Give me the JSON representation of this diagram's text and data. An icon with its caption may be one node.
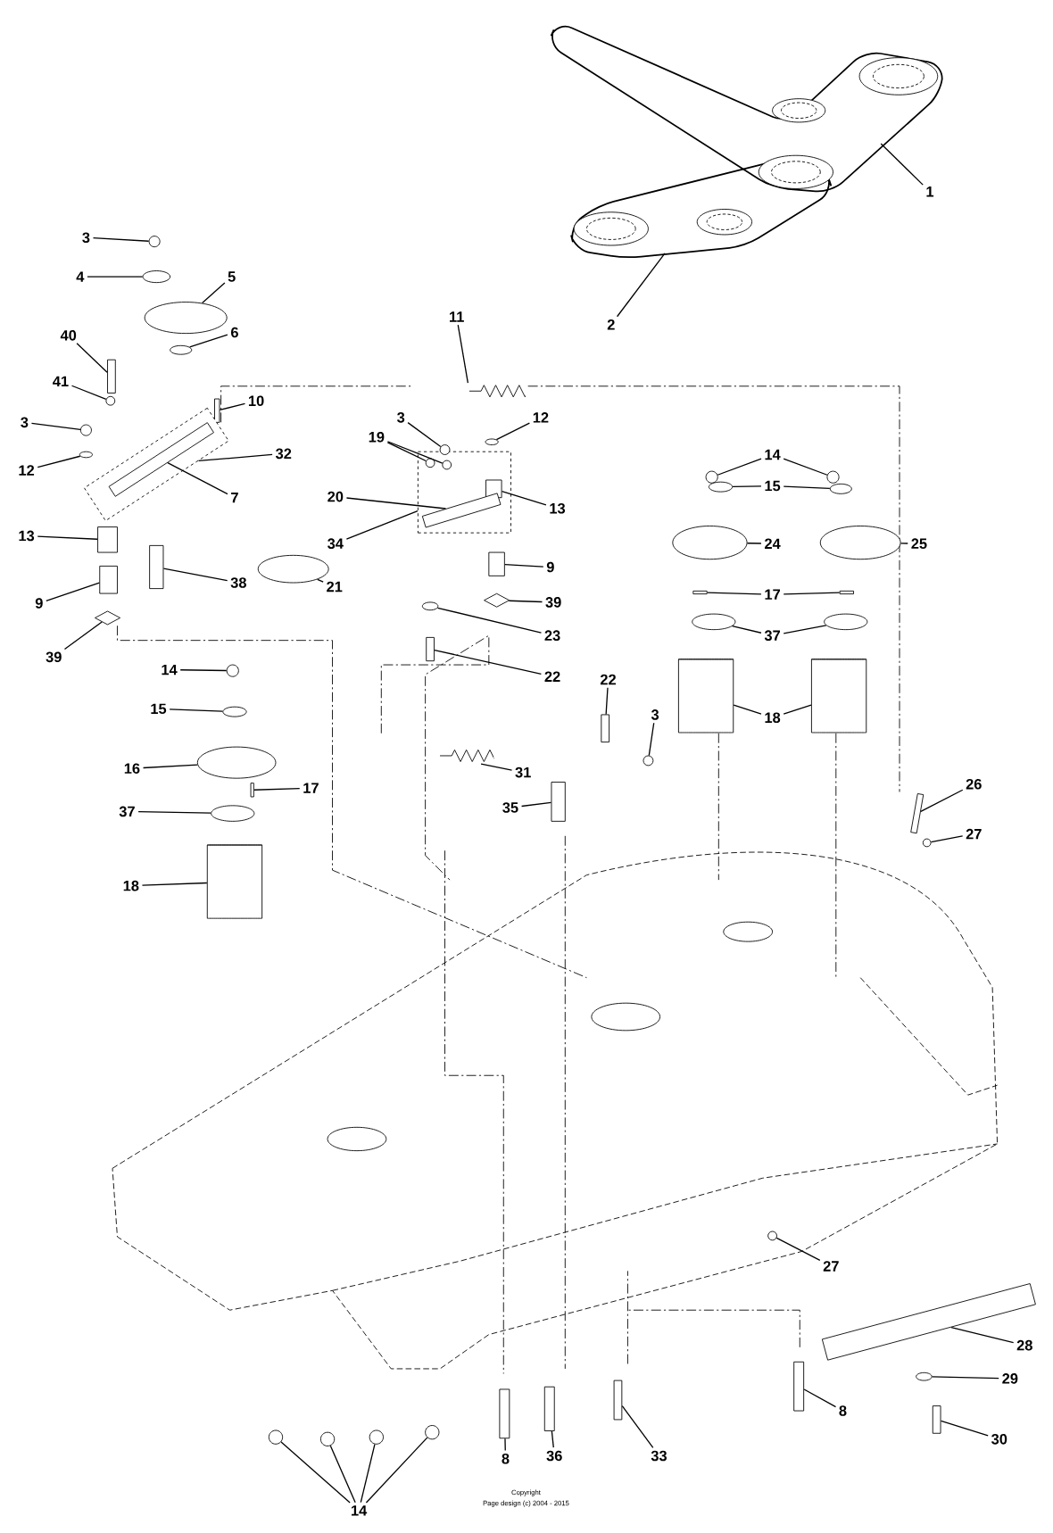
{
  "diagram": {
    "nodes": [
      {
        "text": [
          "1"
        ]
      },
      {
        "text": [
          "2"
        ]
      },
      {
        "text": [
          "3"
        ]
      },
      {
        "text": [
          "4"
        ]
      },
      {
        "text": [
          "5"
        ]
      },
      {
        "text": [
          "40"
        ]
      },
      {
        "text": [
          "6"
        ]
      },
      {
        "text": [
          "10"
        ]
      },
      {
        "text": [
          "41"
        ]
      },
      {
        "text": [
          "3"
        ]
      },
      {
        "text": [
          "32"
        ]
      },
      {
        "text": [
          "12"
        ]
      },
      {
        "text": [
          "7"
        ]
      },
      {
        "text": [
          "13"
        ]
      },
      {
        "text": [
          "38"
        ]
      },
      {
        "text": [
          "9"
        ]
      },
      {
        "text": [
          "39"
        ]
      },
      {
        "text": [
          "11"
        ]
      },
      {
        "text": [
          "19"
        ]
      },
      {
        "text": [
          "3"
        ]
      },
      {
        "text": [
          "12"
        ]
      },
      {
        "text": [
          "13"
        ]
      },
      {
        "text": [
          "20"
        ]
      },
      {
        "text": [
          "34"
        ]
      },
      {
        "text": [
          "21"
        ]
      },
      {
        "text": [
          "9"
        ]
      },
      {
        "text": [
          "39"
        ]
      },
      {
        "text": [
          "23"
        ]
      },
      {
        "text": [
          "22"
        ]
      },
      {
        "text": [
          "14"
        ]
      },
      {
        "text": [
          "15"
        ]
      },
      {
        "text": [
          "24"
        ]
      },
      {
        "text": [
          "25"
        ]
      },
      {
        "text": [
          "17"
        ]
      },
      {
        "text": [
          "37"
        ]
      },
      {
        "text": [
          "18"
        ]
      },
      {
        "text": [
          "14"
        ]
      },
      {
        "text": [
          "15"
        ]
      },
      {
        "text": [
          "16"
        ]
      },
      {
        "text": [
          "17"
        ]
      },
      {
        "text": [
          "37"
        ]
      },
      {
        "text": [
          "18"
        ]
      },
      {
        "text": [
          "22"
        ]
      },
      {
        "text": [
          "3"
        ]
      },
      {
        "text": [
          "31"
        ]
      },
      {
        "text": [
          "35"
        ]
      },
      {
        "text": [
          "26"
        ]
      },
      {
        "text": [
          "27"
        ]
      },
      {
        "text": [
          "27"
        ]
      },
      {
        "text": [
          "28"
        ]
      },
      {
        "text": [
          "29"
        ]
      },
      {
        "text": [
          "30"
        ]
      },
      {
        "text": [
          "8"
        ]
      },
      {
        "text": [
          "8"
        ]
      },
      {
        "text": [
          "36"
        ]
      },
      {
        "text": [
          "33"
        ]
      },
      {
        "text": [
          "14"
        ]
      },
      {
        "text": [],
        "shape": "circle"
      },
      {
        "text": [],
        "shape": "circle"
      },
      {
        "text": [],
        "shape": "circle"
      },
      {
        "text": [],
        "shape": "box"
      },
      {
        "text": [],
        "shape": "circle"
      },
      {
        "text": [],
        "shape": "box"
      },
      {
        "text": [],
        "shape": "circle"
      },
      {
        "text": [],
        "shape": "circle"
      },
      {
        "text": [],
        "shape": "box"
      },
      {
        "text": [],
        "shape": "circle"
      },
      {
        "text": [],
        "shape": "bar",
        "in": 65
      },
      {
        "text": [],
        "shape": "box"
      },
      {
        "text": [],
        "shape": "box"
      },
      {
        "text": [],
        "shape": "box"
      },
      {
        "text": [],
        "shape": "diamond"
      },
      {
        "text": [],
        "shape": "picture"
      },
      {
        "text": [],
        "shape": "box"
      },
      {
        "text": [],
        "shape": "circle",
        "in": 73
      },
      {
        "text": [],
        "shape": "circle",
        "in": 73
      },
      {
        "text": [],
        "shape": "circle"
      },
      {
        "text": [],
        "shape": "circle"
      },
      {
        "text": [],
        "shape": "box",
        "in": 73
      },
      {
        "text": [],
        "shape": "bar",
        "in": 73
      },
      {
        "text": [],
        "shape": "circle"
      },
      {
        "text": [],
        "shape": "box"
      },
      {
        "text": [],
        "shape": "diamond"
      },
      {
        "text": [],
        "shape": "circle"
      },
      {
        "text": [],
        "shape": "box"
      },
      {
        "text": [],
        "shape": "circle"
      },
      {
        "text": [],
        "shape": "circle"
      },
      {
        "text": [],
        "shape": "circle"
      },
      {
        "text": [],
        "shape": "circle"
      },
      {
        "text": [],
        "shape": "circle"
      },
      {
        "text": [],
        "shape": "circle"
      },
      {
        "text": [],
        "shape": "box"
      },
      {
        "text": [],
        "shape": "box"
      },
      {
        "text": [],
        "shape": "circle"
      },
      {
        "text": [],
        "shape": "circle"
      },
      {
        "text": [],
        "shape": "cylinder"
      },
      {
        "text": [],
        "shape": "cylinder"
      },
      {
        "text": [],
        "shape": "circle"
      },
      {
        "text": [],
        "shape": "circle"
      },
      {
        "text": [],
        "shape": "circle"
      },
      {
        "text": [],
        "shape": "box"
      },
      {
        "text": [],
        "shape": "circle"
      },
      {
        "text": [],
        "shape": "cylinder"
      },
      {
        "text": [],
        "shape": "box"
      },
      {
        "text": [],
        "shape": "circle"
      },
      {
        "text": [],
        "shape": "picture"
      },
      {
        "text": [],
        "shape": "box"
      },
      {
        "text": [],
        "shape": "box"
      },
      {
        "text": [],
        "shape": "circle"
      },
      {
        "text": [],
        "shape": "circle"
      },
      {
        "text": [],
        "shape": "bar"
      },
      {
        "text": [],
        "shape": "circle"
      },
      {
        "text": [],
        "shape": "box"
      },
      {
        "text": [],
        "shape": "box"
      },
      {
        "text": [],
        "shape": "box"
      },
      {
        "text": [],
        "shape": "box"
      },
      {
        "text": [],
        "shape": "box"
      },
      {
        "text": [],
        "shape": "circle"
      },
      {
        "text": [],
        "shape": "circle"
      },
      {
        "text": [],
        "shape": "circle"
      },
      {
        "text": [],
        "shape": "circle"
      }
    ],
    "edges": [
      {
        "from": 0,
        "to": null,
        "arrow": "none"
      },
      {
        "from": 1,
        "to": null,
        "arrow": "none"
      },
      {
        "from": 2,
        "to": 57,
        "arrow": "none"
      },
      {
        "from": 3,
        "to": 58,
        "arrow": "none"
      },
      {
        "from": 4,
        "to": 59,
        "arrow": "none"
      },
      {
        "from": 5,
        "to": 60,
        "arrow": "none"
      },
      {
        "from": 6,
        "to": 61,
        "arrow": "none"
      },
      {
        "from": 7,
        "to": 62,
        "arrow": "none"
      },
      {
        "from": 8,
        "to": 63,
        "arrow": "none"
      },
      {
        "from": 9,
        "to": 64,
        "arrow": "none"
      },
      {
        "from": 10,
        "to": 65,
        "arrow": "none"
      },
      {
        "from": 11,
        "to": 66,
        "arrow": "none"
      },
      {
        "from": 12,
        "to": 67,
        "arrow": "none"
      },
      {
        "from": 13,
        "to": 68,
        "arrow": "none"
      },
      {
        "from": 14,
        "to": 69,
        "arrow": "none"
      },
      {
        "from": 15,
        "to": 70,
        "arrow": "none"
      },
      {
        "from": 16,
        "to": 71,
        "arrow": "none"
      },
      {
        "from": 17,
        "to": 72,
        "arrow": "none"
      },
      {
        "from": 18,
        "to": 74,
        "arrow": "none"
      },
      {
        "from": 18,
        "to": 75,
        "arrow": "none"
      },
      {
        "from": 19,
        "to": 76,
        "arrow": "none"
      },
      {
        "from": 20,
        "to": 77,
        "arrow": "none"
      },
      {
        "from": 21,
        "to": 78,
        "arrow": "none"
      },
      {
        "from": 22,
        "to": 79,
        "arrow": "none"
      },
      {
        "from": 23,
        "to": 73,
        "arrow": "none"
      },
      {
        "from": 24,
        "to": 80,
        "arrow": "none"
      },
      {
        "from": 25,
        "to": 81,
        "arrow": "none"
      },
      {
        "from": 26,
        "to": 82,
        "arrow": "none"
      },
      {
        "from": 27,
        "to": 83,
        "arrow": "none"
      },
      {
        "from": 28,
        "to": 84,
        "arrow": "none"
      },
      {
        "from": 29,
        "to": 85,
        "arrow": "none"
      },
      {
        "from": 29,
        "to": 86,
        "arrow": "none"
      },
      {
        "from": 30,
        "to": 87,
        "arrow": "none"
      },
      {
        "from": 30,
        "to": 88,
        "arrow": "none"
      },
      {
        "from": 31,
        "to": 89,
        "arrow": "none"
      },
      {
        "from": 32,
        "to": 90,
        "arrow": "none"
      },
      {
        "from": 33,
        "to": 91,
        "arrow": "none"
      },
      {
        "from": 33,
        "to": 92,
        "arrow": "none"
      },
      {
        "from": 34,
        "to": 93,
        "arrow": "none"
      },
      {
        "from": 34,
        "to": 94,
        "arrow": "none"
      },
      {
        "from": 35,
        "to": 95,
        "arrow": "none"
      },
      {
        "from": 35,
        "to": 96,
        "arrow": "none"
      },
      {
        "from": 36,
        "to": 97,
        "arrow": "none"
      },
      {
        "from": 37,
        "to": 98,
        "arrow": "none"
      },
      {
        "from": 38,
        "to": 99,
        "arrow": "none"
      },
      {
        "from": 39,
        "to": 100,
        "arrow": "none"
      },
      {
        "from": 40,
        "to": 101,
        "arrow": "none"
      },
      {
        "from": 41,
        "to": 102,
        "arrow": "none"
      },
      {
        "from": 42,
        "to": 103,
        "arrow": "none"
      },
      {
        "from": 43,
        "to": 104,
        "arrow": "none"
      },
      {
        "from": 44,
        "to": 105,
        "arrow": "none"
      },
      {
        "from": 45,
        "to": 106,
        "arrow": "none"
      },
      {
        "from": 46,
        "to": 107,
        "arrow": "none"
      },
      {
        "from": 47,
        "to": 108,
        "arrow": "none"
      },
      {
        "from": 48,
        "to": 109,
        "arrow": "none"
      },
      {
        "from": 49,
        "to": 110,
        "arrow": "none"
      },
      {
        "from": 50,
        "to": 111,
        "arrow": "none"
      },
      {
        "from": 51,
        "to": 112,
        "arrow": "none"
      },
      {
        "from": 52,
        "to": 113,
        "arrow": "none"
      },
      {
        "from": 53,
        "to": 114,
        "arrow": "none"
      },
      {
        "from": 54,
        "to": 115,
        "arrow": "none"
      },
      {
        "from": 55,
        "to": 116,
        "arrow": "none"
      },
      {
        "from": 56,
        "to": 117,
        "arrow": "none"
      },
      {
        "from": 56,
        "to": 118,
        "arrow": "none"
      },
      {
        "from": 56,
        "to": 119,
        "arrow": "none"
      },
      {
        "from": 56,
        "to": 120,
        "arrow": "none"
      }
    ],
    "labels": [
      "Copyright",
      "Page design (c) 2004 - 2015"
    ]
  }
}
